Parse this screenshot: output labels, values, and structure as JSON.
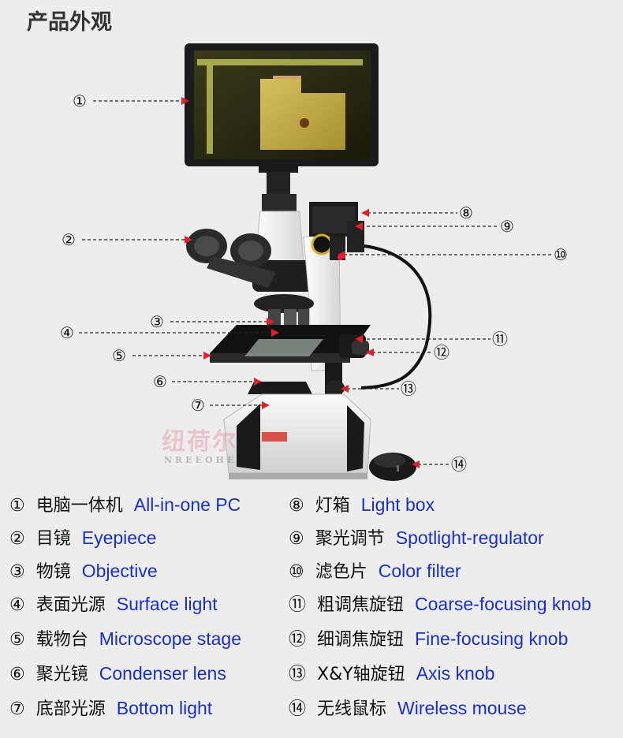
{
  "title": "产品外观",
  "watermark": {
    "cn": "纽荷尔",
    "en": "NREEOHE"
  },
  "callouts": {
    "c1": "①",
    "c2": "②",
    "c3": "③",
    "c4": "④",
    "c5": "⑤",
    "c6": "⑥",
    "c7": "⑦",
    "c8": "⑧",
    "c9": "⑨",
    "c10": "⑩",
    "c11": "⑪",
    "c12": "⑫",
    "c13": "⑬",
    "c14": "⑭"
  },
  "legend": [
    {
      "num": "①",
      "cn": "电脑一体机",
      "en": "All-in-one PC"
    },
    {
      "num": "②",
      "cn": "目镜",
      "en": "Eyepiece"
    },
    {
      "num": "③",
      "cn": "物镜",
      "en": "Objective"
    },
    {
      "num": "④",
      "cn": "表面光源",
      "en": "Surface light"
    },
    {
      "num": "⑤",
      "cn": "载物台",
      "en": "Microscope stage"
    },
    {
      "num": "⑥",
      "cn": "聚光镜",
      "en": "Condenser lens"
    },
    {
      "num": "⑦",
      "cn": "底部光源",
      "en": "Bottom light"
    },
    {
      "num": "⑧",
      "cn": "灯箱",
      "en": "Light box"
    },
    {
      "num": "⑨",
      "cn": "聚光调节",
      "en": "Spotlight-regulator"
    },
    {
      "num": "⑩",
      "cn": "滤色片",
      "en": "Color filter"
    },
    {
      "num": "⑪",
      "cn": "粗调焦旋钮",
      "en": "Coarse-focusing knob"
    },
    {
      "num": "⑫",
      "cn": "细调焦旋钮",
      "en": "Fine-focusing knob"
    },
    {
      "num": "⑬",
      "cn": "X&Y轴旋钮",
      "en": "Axis knob"
    },
    {
      "num": "⑭",
      "cn": "无线鼠标",
      "en": "Wireless mouse"
    }
  ],
  "colors": {
    "english_text": "#1a2fc8",
    "arrow": "#e0202a",
    "leader": "#222222"
  }
}
